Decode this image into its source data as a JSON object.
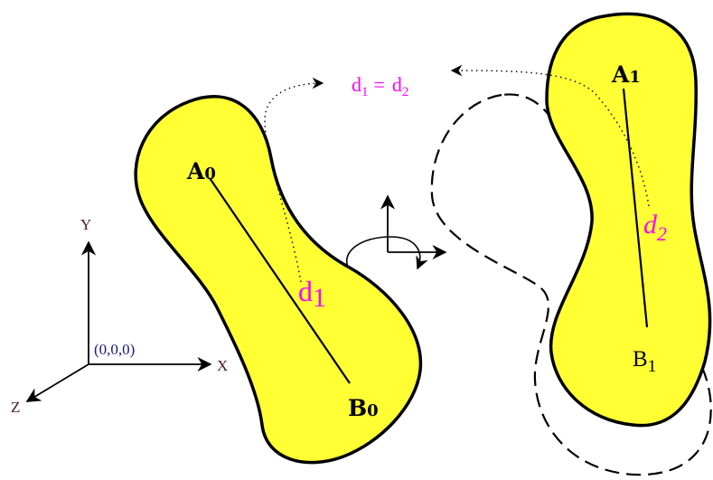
{
  "colors": {
    "body_fill": "#ffff33",
    "outline": "#000000",
    "distance_label": "#ff00ff",
    "origin_label": "#1a1a80",
    "axis_label": "#4a1a1a"
  },
  "axes": {
    "y_label": "Y",
    "x_label": "X",
    "z_label": "Z",
    "origin_label": "(0,0,0)"
  },
  "body_initial": {
    "point_a_letter": "A",
    "point_a_sub": "0",
    "point_b_letter": "B",
    "point_b_sub": "0",
    "distance_letter": "d",
    "distance_sub": "1"
  },
  "body_moved": {
    "point_a_letter": "A",
    "point_a_sub": "1",
    "point_b_letter": "B",
    "point_b_sub": "1",
    "distance_letter": "d",
    "distance_sub": "2"
  },
  "equation": {
    "lhs_letter": "d",
    "lhs_sub": "1",
    "equals": "=",
    "rhs_letter": "d",
    "rhs_sub": "2"
  },
  "icons": {
    "transform": "rotation-translation-icon"
  }
}
